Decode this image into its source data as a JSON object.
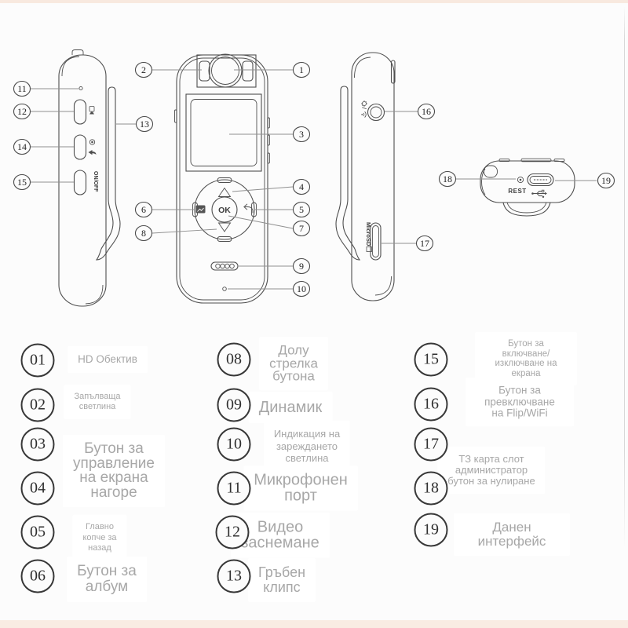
{
  "colors": {
    "background": "#fcfcfc",
    "accent_strip": "#f8e9df",
    "label_text_gray": "#a7a7a7",
    "line_art": "#4e4e4e",
    "label_box": "#ffffff"
  },
  "device": {
    "ok": "OK",
    "on_off": "ON/OFF",
    "microsd": "MicroSD",
    "rest": "REST"
  },
  "callouts": {
    "1": "1",
    "2": "2",
    "3": "3",
    "4": "4",
    "5": "5",
    "6": "6",
    "7": "7",
    "8": "8",
    "9": "9",
    "10": "10",
    "11": "11",
    "12": "12",
    "13": "13",
    "14": "14",
    "15": "15",
    "16": "16",
    "17": "17",
    "18": "18",
    "19": "19"
  },
  "legend": {
    "nums": {
      "01": "01",
      "02": "02",
      "03": "03",
      "04": "04",
      "05": "05",
      "06": "06",
      "08": "08",
      "09": "09",
      "10": "10",
      "11": "11",
      "12": "12",
      "13": "13",
      "15": "15",
      "16": "16",
      "17": "17",
      "18": "18",
      "19": "19"
    },
    "labels": {
      "l01": "HD Обектив",
      "l02": "Запълваща\nсветлина",
      "l03_04": "Бутон за\nуправление\nна екрана\nнагоре",
      "l05": "Главно\nкопче за\nназад",
      "l06": "Бутон за\nалбум",
      "l08": "Долу\nстрелка\nбутона",
      "l09": "Динамик",
      "l10": "Индикация на\nзареждането\nсветлина",
      "l11": "Микрофонен\nпорт",
      "l12": "Видео\nзаснемане",
      "l13": "Гръбен\nклипс",
      "l15": "Бутон за\nвключване/изключване на\nекрана",
      "l16": "Бутон за превключване\nна Flip/WiFi",
      "l17_18": "ТЗ карта слот\nадминистратор\nбутон за нулиране",
      "l19": "Данен интерфейс"
    }
  }
}
